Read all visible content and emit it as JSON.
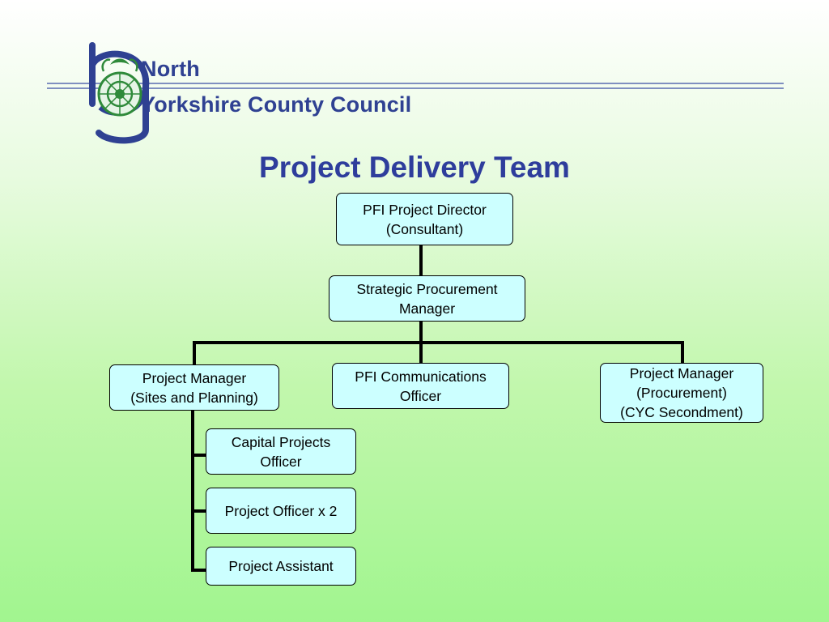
{
  "organization": {
    "name_line1": "North",
    "name_line2": "Yorkshire County Council",
    "emblem": "rose-crest-emblem"
  },
  "title": "Project Delivery Team",
  "roles": {
    "director": "PFI Project Director\n(Consultant)",
    "strategic_procurement": "Strategic Procurement\nManager",
    "pm_sites_planning": "Project Manager\n(Sites and Planning)",
    "communications_officer": "PFI Communications\nOfficer",
    "pm_procurement": "Project Manager\n(Procurement)\n(CYC Secondment)",
    "capital_projects_officer": "Capital Projects\nOfficer",
    "project_officer": "Project Officer x 2",
    "project_assistant": "Project Assistant"
  },
  "colors": {
    "box_fill": "#ccffff",
    "title": "#2e3d9c",
    "org_text": "#2f4192",
    "background_bottom": "#a1f58f"
  }
}
